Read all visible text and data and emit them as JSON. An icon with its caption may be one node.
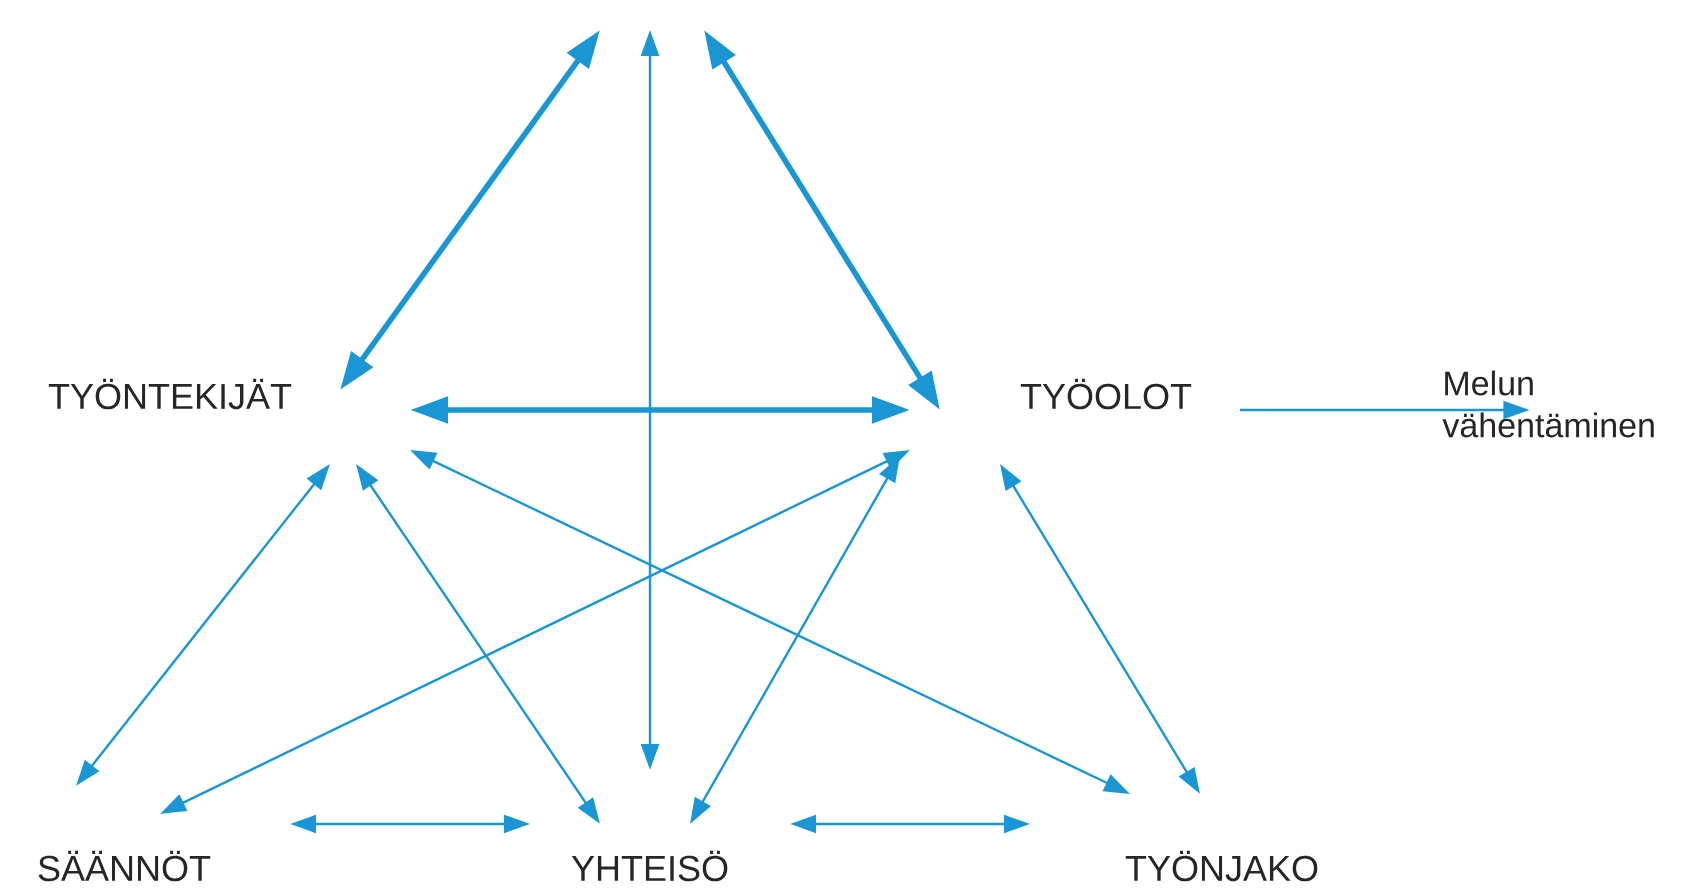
{
  "diagram": {
    "nodes": [
      {
        "text": [
          "TYÖNTEKIJÄT"
        ]
      },
      {
        "text": [
          "TYÖOLOT"
        ]
      },
      {
        "text": [
          "Melun vähentäminen"
        ]
      },
      {
        "text": [
          "SÄÄNNÖT"
        ]
      },
      {
        "text": [
          "YHTEISÖ"
        ]
      },
      {
        "text": [
          "TYÖNJAKO"
        ]
      }
    ],
    "edges": [
      {
        "from": 0,
        "to": null,
        "arrow": "both",
        "style": "thick"
      },
      {
        "from": 1,
        "to": null,
        "arrow": "both",
        "style": "thick"
      },
      {
        "from": 4,
        "to": null,
        "arrow": "both"
      },
      {
        "from": 0,
        "to": 1,
        "arrow": "both",
        "style": "thick"
      },
      {
        "from": 1,
        "to": 2,
        "arrow": "to"
      },
      {
        "from": 0,
        "to": 3,
        "arrow": "both"
      },
      {
        "from": 0,
        "to": 4,
        "arrow": "both"
      },
      {
        "from": 0,
        "to": 5,
        "arrow": "both"
      },
      {
        "from": 1,
        "to": 3,
        "arrow": "both"
      },
      {
        "from": 1,
        "to": 4,
        "arrow": "both"
      },
      {
        "from": 1,
        "to": 5,
        "arrow": "both"
      },
      {
        "from": 3,
        "to": 4,
        "arrow": "both"
      },
      {
        "from": 4,
        "to": 5,
        "arrow": "both"
      }
    ]
  }
}
